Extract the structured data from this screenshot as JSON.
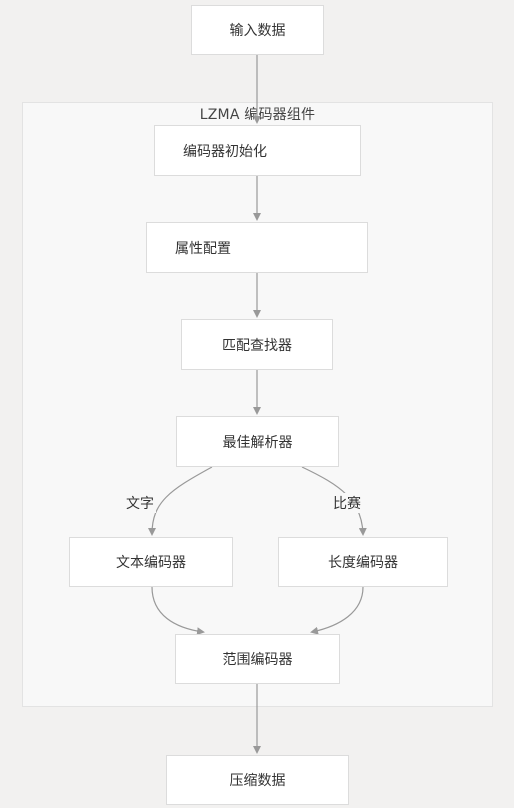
{
  "group": {
    "title": "LZMA 编码器组件"
  },
  "nodes": {
    "input": "输入数据",
    "encoder_init": "编码器初始化",
    "property_config": "属性配置",
    "match_finder": "匹配查找器",
    "optimal_parser": "最佳解析器",
    "literal_encoder": "文本编码器",
    "length_encoder": "长度编码器",
    "range_encoder": "范围编码器",
    "output": "压缩数据"
  },
  "edges": {
    "literal_label": "文字",
    "match_label": "比赛"
  },
  "colors": {
    "background": "#f2f1f0",
    "group_fill": "#f8f8f8",
    "node_fill": "#ffffff",
    "node_border": "#dcdcdc",
    "edge": "#999999"
  }
}
